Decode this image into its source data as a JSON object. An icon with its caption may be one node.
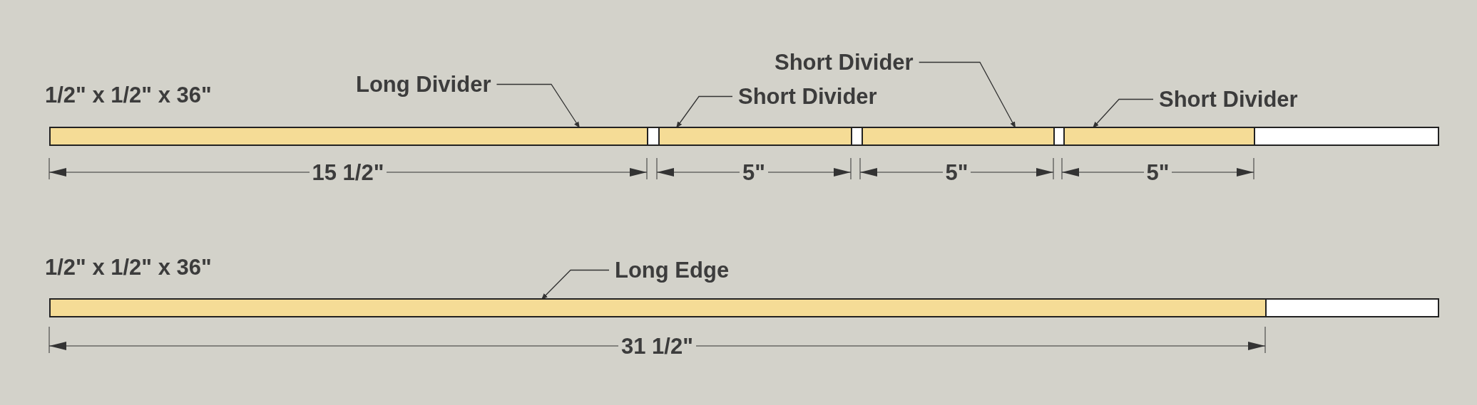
{
  "diagram": {
    "nodes": [
      {
        "text": [
          "1/2\" x 1/2\" x 36\""
        ]
      },
      {
        "text": [],
        "shape": "bar",
        "in": 0,
        "beside": [
          "15 1/2\""
        ]
      },
      {
        "text": [],
        "shape": "bar",
        "in": 0,
        "beside": [
          "5\""
        ]
      },
      {
        "text": [],
        "shape": "bar",
        "in": 0,
        "beside": [
          "5\""
        ]
      },
      {
        "text": [],
        "shape": "bar",
        "in": 0,
        "beside": [
          "5\""
        ]
      },
      {
        "text": [
          "1/2\" x 1/2\" x 36\""
        ]
      },
      {
        "text": [],
        "shape": "bar",
        "in": 5,
        "beside": [
          "31 1/2\""
        ]
      },
      {
        "text": [
          "Long Divider"
        ]
      },
      {
        "text": [
          "Short Divider"
        ]
      },
      {
        "text": [
          "Short Divider"
        ]
      },
      {
        "text": [
          "Short Divider"
        ]
      },
      {
        "text": [
          "Long Edge"
        ]
      }
    ],
    "edges": [
      {
        "from": 7,
        "to": 1,
        "arrow": "to"
      },
      {
        "from": 8,
        "to": 2,
        "arrow": "to"
      },
      {
        "from": 9,
        "to": 3,
        "arrow": "to"
      },
      {
        "from": 10,
        "to": 4,
        "arrow": "to"
      },
      {
        "from": 11,
        "to": 6,
        "arrow": "to"
      }
    ]
  }
}
